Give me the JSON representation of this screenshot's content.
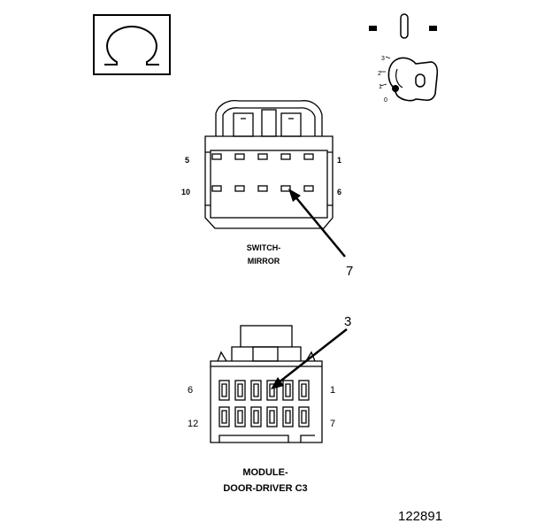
{
  "symbol_icon": "omega-icon",
  "key_icon": "ignition-key-icon",
  "key_positions": [
    "3",
    "2",
    "1",
    "0"
  ],
  "connector_top": {
    "caption_line1": "SWITCH-",
    "caption_line2": "MIRROR",
    "pin_top_left": "5",
    "pin_top_right": "1",
    "pin_bottom_left": "10",
    "pin_bottom_right": "6",
    "callout": "7"
  },
  "connector_bottom": {
    "caption_line1": "MODULE-",
    "caption_line2": "DOOR-DRIVER C3",
    "pin_top_left": "6",
    "pin_top_right": "1",
    "pin_bottom_left": "12",
    "pin_bottom_right": "7",
    "callout": "3"
  },
  "figure_number": "122891"
}
